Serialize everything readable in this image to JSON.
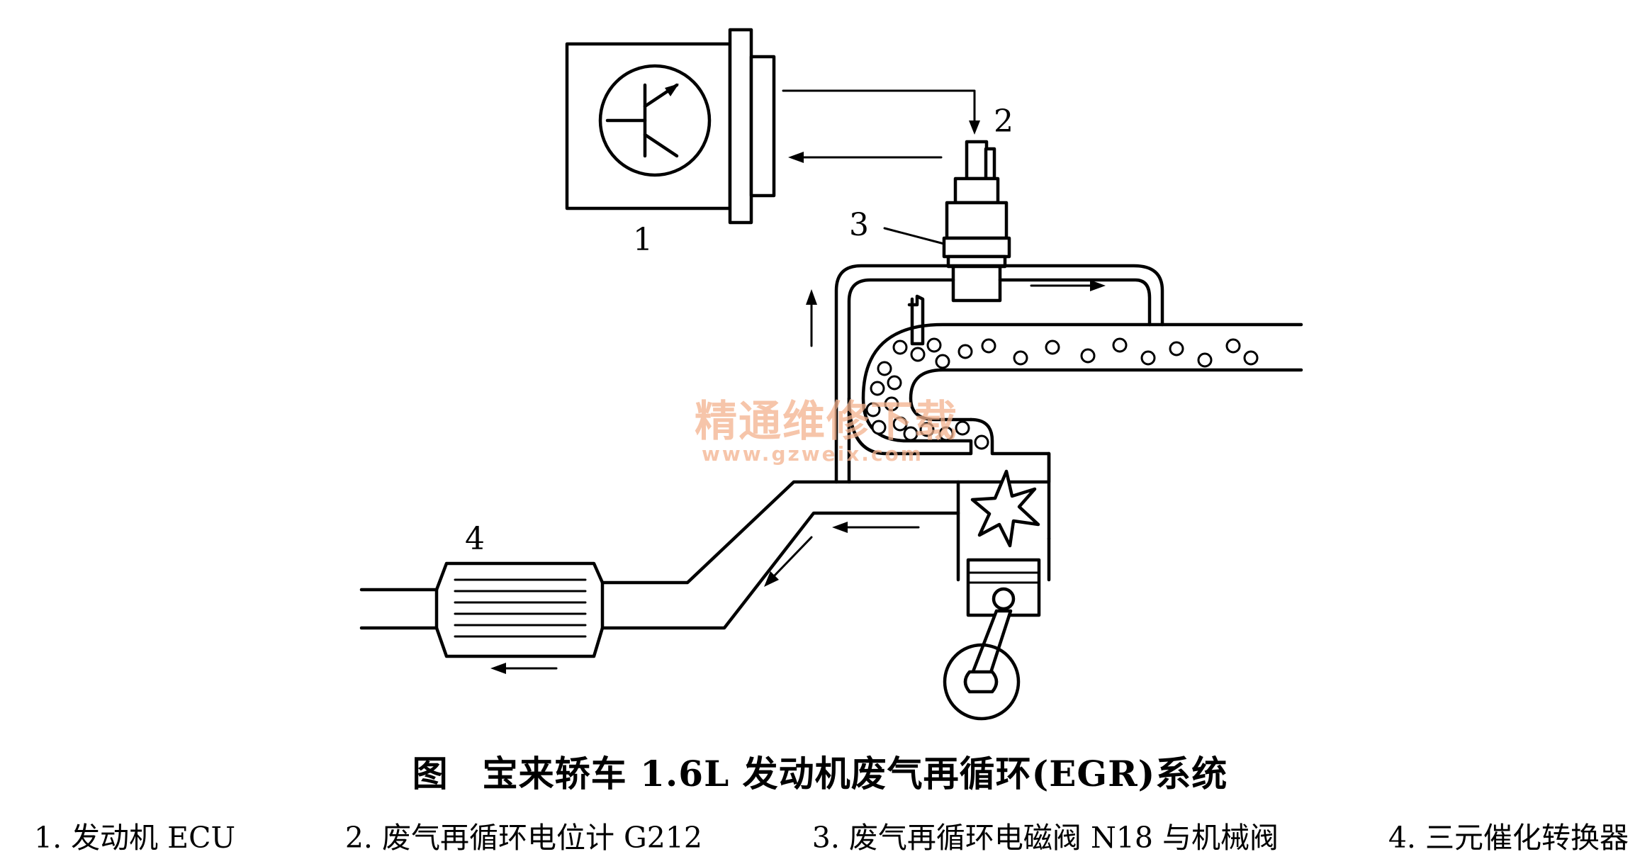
{
  "callouts": {
    "n1": "1",
    "n2": "2",
    "n3": "3",
    "n4": "4"
  },
  "watermark": {
    "name": "精通维修下载",
    "url": "www.gzweix.com"
  },
  "caption": {
    "prefix": "图",
    "title": "宝来轿车 1.6L 发动机废气再循环(EGR)系统"
  },
  "legend": [
    "1. 发动机 ECU",
    "2. 废气再循环电位计 G212",
    "3. 废气再循环电磁阀 N18 与机械阀",
    "4. 三元催化转换器"
  ]
}
